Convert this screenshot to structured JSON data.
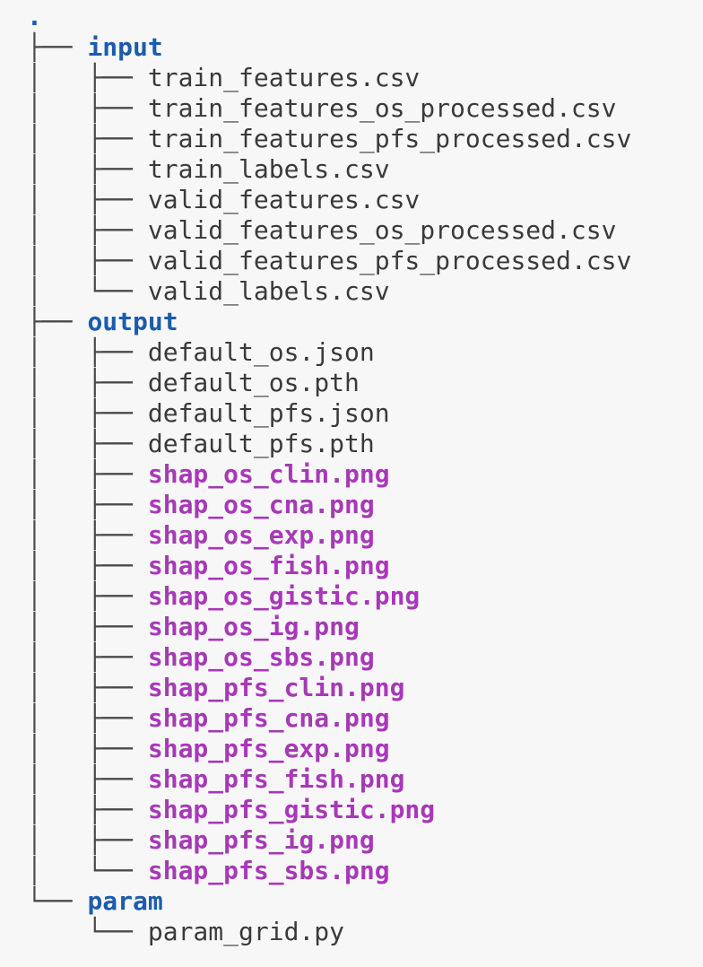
{
  "terminal": {
    "description": "tree command output",
    "colors": {
      "background": "#f7f7f7",
      "branch_lines": "#4a4a4a",
      "directory": "#1c5cac",
      "image_file": "#a838b8",
      "plain_file": "#3a3a3a"
    },
    "entries": [
      {
        "prefix": "",
        "name": ".",
        "kind": "directory"
      },
      {
        "prefix": "├── ",
        "name": "input",
        "kind": "directory"
      },
      {
        "prefix": "│   ├── ",
        "name": "train_features.csv",
        "kind": "file"
      },
      {
        "prefix": "│   ├── ",
        "name": "train_features_os_processed.csv",
        "kind": "file"
      },
      {
        "prefix": "│   ├── ",
        "name": "train_features_pfs_processed.csv",
        "kind": "file"
      },
      {
        "prefix": "│   ├── ",
        "name": "train_labels.csv",
        "kind": "file"
      },
      {
        "prefix": "│   ├── ",
        "name": "valid_features.csv",
        "kind": "file"
      },
      {
        "prefix": "│   ├── ",
        "name": "valid_features_os_processed.csv",
        "kind": "file"
      },
      {
        "prefix": "│   ├── ",
        "name": "valid_features_pfs_processed.csv",
        "kind": "file"
      },
      {
        "prefix": "│   └── ",
        "name": "valid_labels.csv",
        "kind": "file"
      },
      {
        "prefix": "├── ",
        "name": "output",
        "kind": "directory"
      },
      {
        "prefix": "│   ├── ",
        "name": "default_os.json",
        "kind": "file"
      },
      {
        "prefix": "│   ├── ",
        "name": "default_os.pth",
        "kind": "file"
      },
      {
        "prefix": "│   ├── ",
        "name": "default_pfs.json",
        "kind": "file"
      },
      {
        "prefix": "│   ├── ",
        "name": "default_pfs.pth",
        "kind": "file"
      },
      {
        "prefix": "│   ├── ",
        "name": "shap_os_clin.png",
        "kind": "image"
      },
      {
        "prefix": "│   ├── ",
        "name": "shap_os_cna.png",
        "kind": "image"
      },
      {
        "prefix": "│   ├── ",
        "name": "shap_os_exp.png",
        "kind": "image"
      },
      {
        "prefix": "│   ├── ",
        "name": "shap_os_fish.png",
        "kind": "image"
      },
      {
        "prefix": "│   ├── ",
        "name": "shap_os_gistic.png",
        "kind": "image"
      },
      {
        "prefix": "│   ├── ",
        "name": "shap_os_ig.png",
        "kind": "image"
      },
      {
        "prefix": "│   ├── ",
        "name": "shap_os_sbs.png",
        "kind": "image"
      },
      {
        "prefix": "│   ├── ",
        "name": "shap_pfs_clin.png",
        "kind": "image"
      },
      {
        "prefix": "│   ├── ",
        "name": "shap_pfs_cna.png",
        "kind": "image"
      },
      {
        "prefix": "│   ├── ",
        "name": "shap_pfs_exp.png",
        "kind": "image"
      },
      {
        "prefix": "│   ├── ",
        "name": "shap_pfs_fish.png",
        "kind": "image"
      },
      {
        "prefix": "│   ├── ",
        "name": "shap_pfs_gistic.png",
        "kind": "image"
      },
      {
        "prefix": "│   ├── ",
        "name": "shap_pfs_ig.png",
        "kind": "image"
      },
      {
        "prefix": "│   └── ",
        "name": "shap_pfs_sbs.png",
        "kind": "image"
      },
      {
        "prefix": "└── ",
        "name": "param",
        "kind": "directory"
      },
      {
        "prefix": "    └── ",
        "name": "param_grid.py",
        "kind": "file"
      }
    ]
  }
}
